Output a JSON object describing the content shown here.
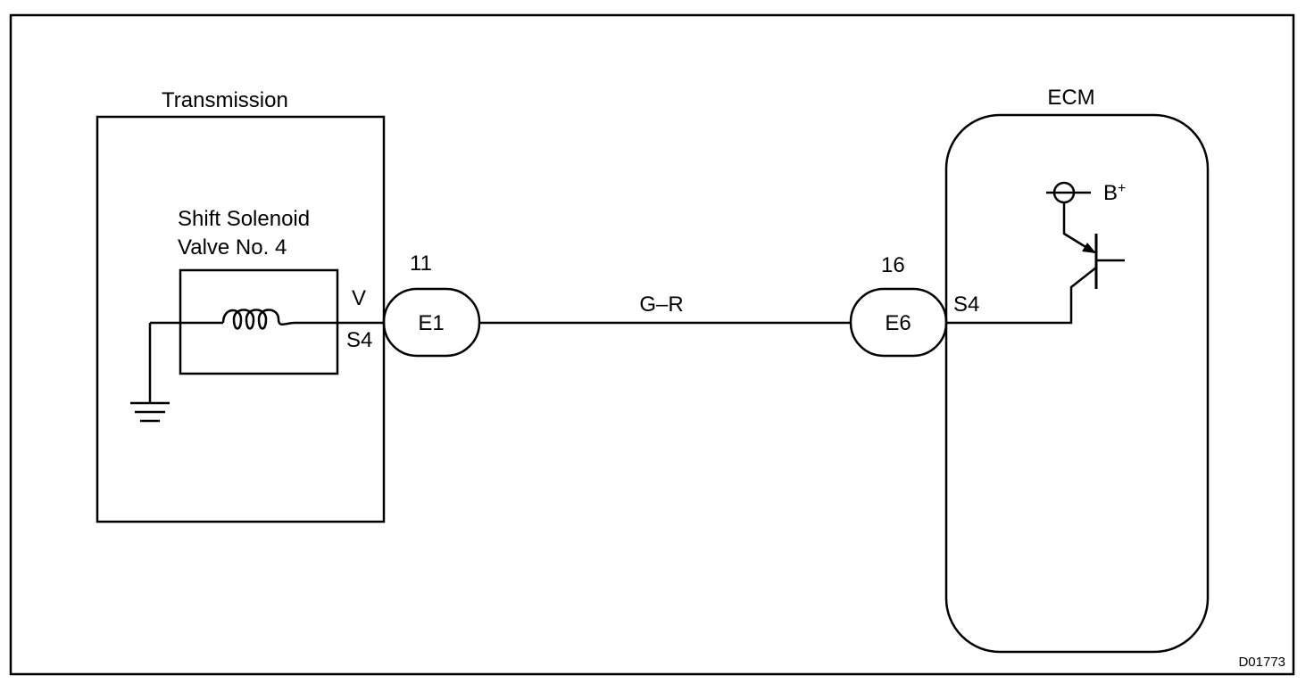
{
  "transmission": {
    "title": "Transmission",
    "solenoid_line1": "Shift Solenoid",
    "solenoid_line2": "Valve No. 4",
    "wire_color_code": "V",
    "terminal": "S4"
  },
  "connector_e1": {
    "pin": "11",
    "label": "E1"
  },
  "harness": {
    "wire_color": "G–R"
  },
  "connector_e6": {
    "pin": "16",
    "label": "E6"
  },
  "ecm": {
    "title": "ECM",
    "terminal": "S4",
    "power_label_base": "B",
    "power_label_sup": "+"
  },
  "figure_code": "D01773"
}
